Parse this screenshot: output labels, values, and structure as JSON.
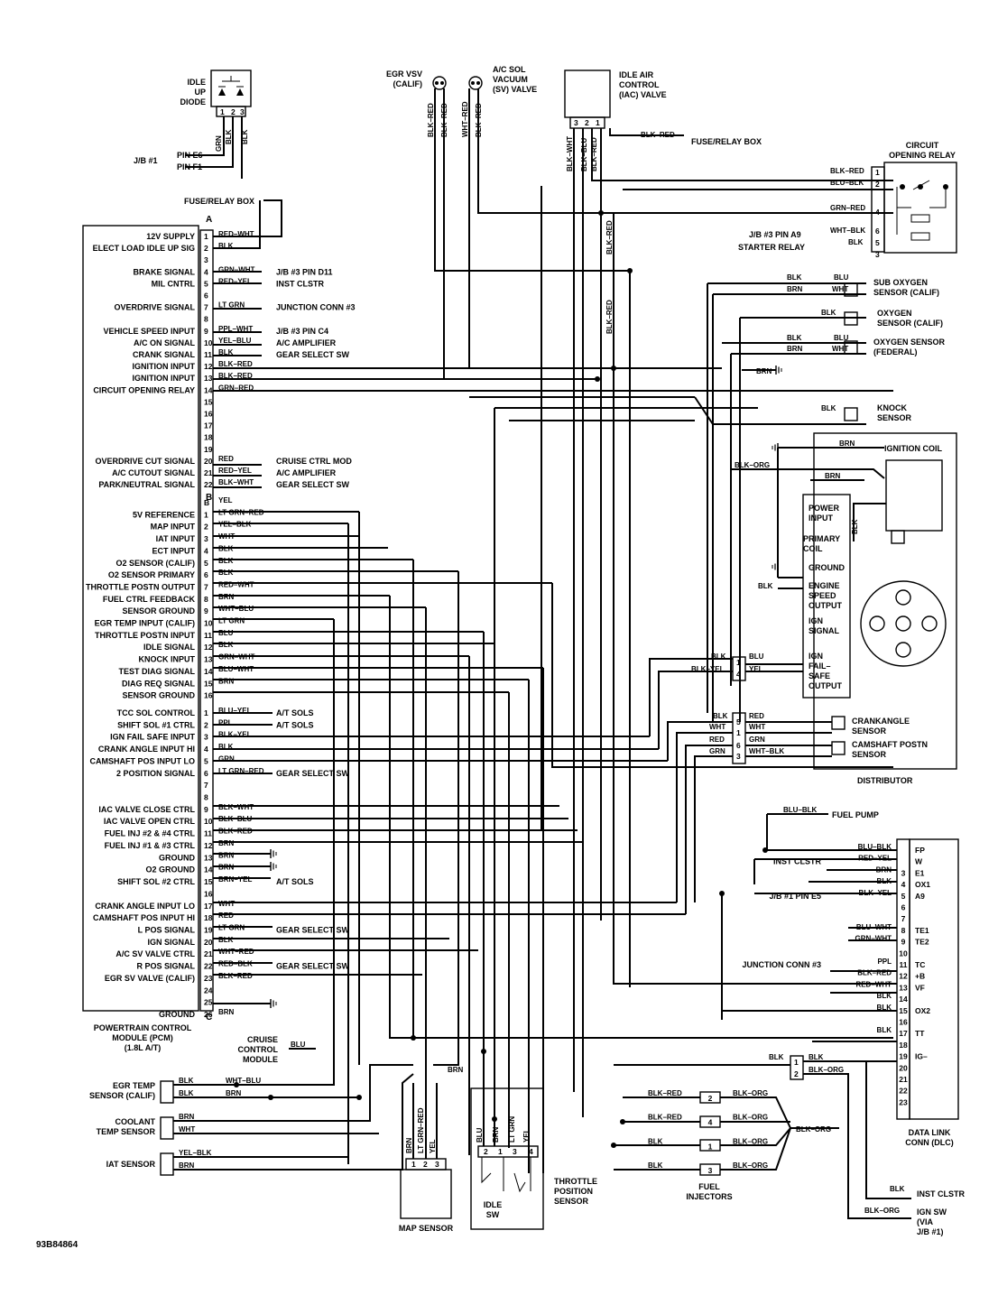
{
  "figure_id": "93B84864",
  "pcm": {
    "title": [
      "POWERTRAIN CONTROL",
      "MODULE (PCM)",
      "(1.8L A/T)"
    ],
    "sec_a": "A",
    "sec_b": "B",
    "sec_c": "C",
    "A": [
      {
        "pin": "1",
        "sig": "12V SUPPLY",
        "wire": "RED–WHT"
      },
      {
        "pin": "2",
        "sig": "ELECT LOAD IDLE UP SIG",
        "wire": "BLK"
      },
      {
        "pin": "3",
        "sig": "",
        "wire": ""
      },
      {
        "pin": "4",
        "sig": "BRAKE SIGNAL",
        "wire": "GRN–WHT",
        "dest": "J/B #3 PIN D11"
      },
      {
        "pin": "5",
        "sig": "MIL CNTRL",
        "wire": "RED–YEL",
        "dest": "INST CLSTR"
      },
      {
        "pin": "6",
        "sig": "",
        "wire": ""
      },
      {
        "pin": "7",
        "sig": "OVERDRIVE SIGNAL",
        "wire": "LT GRN",
        "dest": "JUNCTION CONN #3"
      },
      {
        "pin": "8",
        "sig": "",
        "wire": ""
      },
      {
        "pin": "9",
        "sig": "VEHICLE SPEED INPUT",
        "wire": "PPL–WHT",
        "dest": "J/B #3 PIN C4"
      },
      {
        "pin": "10",
        "sig": "A/C ON SIGNAL",
        "wire": "YEL–BLU",
        "dest": "A/C AMPLIFIER"
      },
      {
        "pin": "11",
        "sig": "CRANK SIGNAL",
        "wire": "BLK",
        "dest": "GEAR SELECT SW"
      },
      {
        "pin": "12",
        "sig": "IGNITION INPUT",
        "wire": "BLK–RED"
      },
      {
        "pin": "13",
        "sig": "IGNITION INPUT",
        "wire": "BLK–RED"
      },
      {
        "pin": "14",
        "sig": "CIRCUIT OPENING RELAY",
        "wire": "GRN–RED"
      },
      {
        "pin": "15",
        "sig": "",
        "wire": ""
      },
      {
        "pin": "16",
        "sig": "",
        "wire": ""
      },
      {
        "pin": "17",
        "sig": "",
        "wire": ""
      },
      {
        "pin": "18",
        "sig": "",
        "wire": ""
      },
      {
        "pin": "19",
        "sig": "",
        "wire": ""
      },
      {
        "pin": "20",
        "sig": "OVERDRIVE CUT SIGNAL",
        "wire": "RED",
        "dest": "CRUISE CTRL MOD"
      },
      {
        "pin": "21",
        "sig": "A/C CUTOUT SIGNAL",
        "wire": "RED–YEL",
        "dest": "A/C AMPLIFIER"
      },
      {
        "pin": "22",
        "sig": "PARK/NEUTRAL SIGNAL",
        "wire": "BLK–WHT",
        "dest": "GEAR SELECT SW"
      }
    ],
    "B_top": [
      {
        "pin": "B",
        "sig": "",
        "wire": "YEL"
      },
      {
        "pin": "1",
        "sig": "5V REFERENCE",
        "wire": "LT GRN–RED"
      },
      {
        "pin": "2",
        "sig": "MAP INPUT",
        "wire": "YEL–BLK"
      },
      {
        "pin": "3",
        "sig": "IAT INPUT",
        "wire": "WHT"
      },
      {
        "pin": "4",
        "sig": "ECT INPUT",
        "wire": "BLK"
      },
      {
        "pin": "5",
        "sig": "O2 SENSOR (CALIF)",
        "wire": "BLK"
      },
      {
        "pin": "6",
        "sig": "O2 SENSOR PRIMARY",
        "wire": "BLK"
      },
      {
        "pin": "7",
        "sig": "THROTTLE POSTN OUTPUT",
        "wire": "RED–WHT"
      },
      {
        "pin": "8",
        "sig": "FUEL CTRL FEEDBACK",
        "wire": "BRN"
      },
      {
        "pin": "9",
        "sig": "SENSOR GROUND",
        "wire": "WHT–BLU"
      },
      {
        "pin": "10",
        "sig": "EGR TEMP INPUT (CALIF)",
        "wire": "LT GRN"
      },
      {
        "pin": "11",
        "sig": "THROTTLE POSTN INPUT",
        "wire": "BLU"
      },
      {
        "pin": "12",
        "sig": "IDLE SIGNAL",
        "wire": "BLK"
      },
      {
        "pin": "13",
        "sig": "KNOCK INPUT",
        "wire": "GRN–WHT"
      },
      {
        "pin": "14",
        "sig": "TEST DIAG SIGNAL",
        "wire": "BLU–WHT"
      },
      {
        "pin": "15",
        "sig": "DIAG REQ SIGNAL",
        "wire": "BRN"
      },
      {
        "pin": "16",
        "sig": "SENSOR GROUND",
        "wire": ""
      }
    ],
    "B_mid": [
      {
        "pin": "1",
        "sig": "TCC SOL CONTROL",
        "wire": "BLU–YEL",
        "dest": "A/T SOLS"
      },
      {
        "pin": "2",
        "sig": "SHIFT SOL #1 CTRL",
        "wire": "PPL",
        "dest": "A/T SOLS"
      },
      {
        "pin": "3",
        "sig": "IGN FAIL SAFE INPUT",
        "wire": "BLK–YEL"
      },
      {
        "pin": "4",
        "sig": "CRANK ANGLE INPUT HI",
        "wire": "BLK"
      },
      {
        "pin": "5",
        "sig": "CAMSHAFT POS INPUT LO",
        "wire": "GRN"
      },
      {
        "pin": "6",
        "sig": "2 POSITION SIGNAL",
        "wire": "LT GRN–RED",
        "dest": "GEAR SELECT SW"
      },
      {
        "pin": "7",
        "sig": "",
        "wire": ""
      },
      {
        "pin": "8",
        "sig": "",
        "wire": ""
      },
      {
        "pin": "9",
        "sig": "IAC VALVE CLOSE CTRL",
        "wire": "BLK–WHT"
      },
      {
        "pin": "10",
        "sig": "IAC VALVE OPEN CTRL",
        "wire": "BLK–BLU"
      },
      {
        "pin": "11",
        "sig": "FUEL INJ #2 & #4 CTRL",
        "wire": "BLK–RED"
      },
      {
        "pin": "12",
        "sig": "FUEL INJ #1 & #3 CTRL",
        "wire": "BRN"
      },
      {
        "pin": "13",
        "sig": "GROUND",
        "wire": "BRN"
      },
      {
        "pin": "14",
        "sig": "O2 GROUND",
        "wire": "BRN"
      },
      {
        "pin": "15",
        "sig": "SHIFT SOL #2 CTRL",
        "wire": "BRN–YEL",
        "dest": "A/T SOLS"
      },
      {
        "pin": "16",
        "sig": "",
        "wire": ""
      },
      {
        "pin": "17",
        "sig": "CRANK ANGLE INPUT LO",
        "wire": "WHT"
      },
      {
        "pin": "18",
        "sig": "CAMSHAFT POS INPUT HI",
        "wire": "RED"
      },
      {
        "pin": "19",
        "sig": "L POS SIGNAL",
        "wire": "LT GRN",
        "dest": "GEAR SELECT SW"
      },
      {
        "pin": "20",
        "sig": "IGN SIGNAL",
        "wire": "BLK"
      },
      {
        "pin": "21",
        "sig": "A/C SV VALVE CTRL",
        "wire": "WHT–RED"
      },
      {
        "pin": "22",
        "sig": "R POS SIGNAL",
        "wire": "RED–BLK",
        "dest": "GEAR SELECT SW"
      },
      {
        "pin": "23",
        "sig": "EGR SV VALVE (CALIF)",
        "wire": "BLK–RED"
      },
      {
        "pin": "24",
        "sig": "",
        "wire": ""
      },
      {
        "pin": "25",
        "sig": "",
        "wire": ""
      },
      {
        "pin": "26",
        "sig": "GROUND",
        "wire": "BRN"
      }
    ]
  },
  "idle_up_diode": {
    "label": [
      "IDLE",
      "UP",
      "DIODE"
    ],
    "pins": [
      "1",
      "2",
      "3"
    ],
    "wires": [
      "GRN",
      "BLK",
      "BLK"
    ],
    "jb": "J/B #1",
    "jb_pins": [
      "PIN E6",
      "PIN F1"
    ],
    "fuse": "FUSE/RELAY BOX"
  },
  "egr_vsv": {
    "label": [
      "EGR VSV",
      "(CALIF)"
    ],
    "wires": [
      "BLK–RED",
      "BLK–RED"
    ]
  },
  "ac_sol": {
    "label": [
      "A/C SOL",
      "VACUUM",
      "(SV) VALVE"
    ],
    "wires": [
      "WHT–RED",
      "BLK–RED"
    ]
  },
  "iac": {
    "label": [
      "IDLE AIR",
      "CONTROL",
      "(IAC) VALVE"
    ],
    "pins": [
      "3",
      "2",
      "1"
    ],
    "wires": [
      "BLK–WHT",
      "BLK–BLU",
      "BLK–RED"
    ],
    "top_wire": "BLK–RED",
    "top_dest": "FUSE/RELAY BOX",
    "vert_wires": [
      "BLK–RED",
      "BLK–RED"
    ]
  },
  "circuit_relay": {
    "label": [
      "CIRCUIT",
      "OPENING RELAY"
    ],
    "pins": [
      "1",
      "2",
      "4",
      "6",
      "5",
      "3"
    ],
    "wires": [
      "BLK–RED",
      "BLU–BLK",
      "GRN–RED",
      "WHT–BLK",
      "BLK"
    ],
    "dests": [
      "J/B #3 PIN A9",
      "STARTER RELAY"
    ]
  },
  "sub_o2": {
    "label": [
      "SUB OXYGEN",
      "SENSOR (CALIF)"
    ],
    "wires": [
      "BLK",
      "BRN",
      "BLU",
      "WHT"
    ]
  },
  "o2_calif": {
    "label": [
      "OXYGEN",
      "SENSOR (CALIF)"
    ],
    "wire": "BLK"
  },
  "o2_fed": {
    "label": [
      "OXYGEN SENSOR",
      "(FEDERAL)"
    ],
    "wires": [
      "BLK",
      "BRN",
      "BLU",
      "WHT"
    ],
    "gnd": "BRN"
  },
  "knock": {
    "label": [
      "KNOCK",
      "SENSOR"
    ],
    "wire": "BLK"
  },
  "ign_coil": {
    "label": "IGNITION COIL",
    "wires": [
      "BRN",
      "BLK–ORG",
      "BRN",
      "BLK"
    ]
  },
  "igniter": {
    "items": [
      [
        "POWER",
        "INPUT"
      ],
      [
        "PRIMARY",
        "COIL"
      ],
      [
        "GROUND"
      ],
      [
        "ENGINE",
        "SPEED",
        "OUTPUT"
      ],
      [
        "IGN",
        "SIGNAL"
      ],
      [
        "IGN",
        "FAIL–",
        "SAFE",
        "OUTPUT"
      ]
    ],
    "wire": "BLK"
  },
  "dist_conn": {
    "left": [
      "BLK",
      "BLK–YEL"
    ],
    "pins": [
      "1",
      "4"
    ],
    "right": [
      "BLU",
      "YEL"
    ]
  },
  "dist_conn2": {
    "left": [
      "BLK",
      "WHT",
      "RED",
      "GRN"
    ],
    "pins": [
      "5",
      "1",
      "6",
      "3"
    ],
    "right": [
      "RED",
      "WHT",
      "GRN",
      "WHT–BLK"
    ]
  },
  "crank_sensor": {
    "label": [
      "CRANKANGLE",
      "SENSOR"
    ]
  },
  "cam_sensor": {
    "label": [
      "CAMSHAFT POSTN",
      "SENSOR"
    ]
  },
  "distributor": {
    "label": "DISTRIBUTOR"
  },
  "fuel_pump": {
    "wire": "BLU–BLK",
    "label": "FUEL PUMP"
  },
  "dlc": {
    "label": [
      "DATA LINK",
      "CONN (DLC)"
    ],
    "rows": [
      {
        "pin": "",
        "term": "FP",
        "wire": "BLU–BLK"
      },
      {
        "pin": "",
        "term": "W",
        "wire": "RED–YEL",
        "dest": "INST CLSTR"
      },
      {
        "pin": "3",
        "term": "E1",
        "wire": "BRN"
      },
      {
        "pin": "4",
        "term": "OX1",
        "wire": "BLK"
      },
      {
        "pin": "5",
        "term": "A9",
        "wire": "BLK–YEL",
        "dest": "J/B #1 PIN E5"
      },
      {
        "pin": "6",
        "term": "",
        "wire": ""
      },
      {
        "pin": "7",
        "term": "",
        "wire": ""
      },
      {
        "pin": "8",
        "term": "TE1",
        "wire": "BLU–WHT"
      },
      {
        "pin": "9",
        "term": "TE2",
        "wire": "GRN–WHT"
      },
      {
        "pin": "10",
        "term": "",
        "wire": ""
      },
      {
        "pin": "11",
        "term": "TC",
        "wire": "PPL",
        "dest": "JUNCTION CONN #3"
      },
      {
        "pin": "12",
        "term": "+B",
        "wire": "BLK–RED"
      },
      {
        "pin": "13",
        "term": "VF",
        "wire": "RED–WHT"
      },
      {
        "pin": "14",
        "term": "",
        "wire": "BLK"
      },
      {
        "pin": "15",
        "term": "OX2",
        "wire": "BLK"
      },
      {
        "pin": "16",
        "term": "",
        "wire": ""
      },
      {
        "pin": "17",
        "term": "TT",
        "wire": "BLK"
      },
      {
        "pin": "18",
        "term": "",
        "wire": ""
      },
      {
        "pin": "19",
        "term": "IG–",
        "wire": ""
      },
      {
        "pin": "20",
        "term": "",
        "wire": ""
      },
      {
        "pin": "21",
        "term": "",
        "wire": ""
      },
      {
        "pin": "22",
        "term": "",
        "wire": ""
      },
      {
        "pin": "23",
        "term": "",
        "wire": ""
      }
    ]
  },
  "ig_conn": {
    "pins": [
      "1",
      "2"
    ],
    "left": "BLK",
    "right": [
      "BLK",
      "BLK–ORG"
    ]
  },
  "injectors": {
    "label": [
      "FUEL",
      "INJECTORS"
    ],
    "rows": [
      {
        "left": "BLK–RED",
        "pin": "2",
        "right": "BLK–ORG"
      },
      {
        "left": "BLK–RED",
        "pin": "4",
        "right": "BLK–ORG"
      },
      {
        "left": "BLK",
        "pin": "1",
        "right": "BLK–ORG"
      },
      {
        "left": "BLK",
        "pin": "3",
        "right": "BLK–ORG"
      }
    ],
    "common": "BLK–ORG"
  },
  "inst_clstr_bottom": {
    "wire": "BLK",
    "label": "INST CLSTR"
  },
  "ign_sw": {
    "wire": "BLK–ORG",
    "label": [
      "IGN SW",
      "(VIA",
      "J/B #1)"
    ]
  },
  "cruise": {
    "label": [
      "CRUISE",
      "CONTROL",
      "MODULE"
    ],
    "wire": "BLU"
  },
  "egr_temp": {
    "label": [
      "EGR TEMP",
      "SENSOR (CALIF)"
    ],
    "wires": [
      "BLK",
      "BLK"
    ],
    "far": [
      "WHT–BLU",
      "BRN"
    ]
  },
  "coolant": {
    "label": [
      "COOLANT",
      "TEMP SENSOR"
    ],
    "wires": [
      "BRN",
      "WHT"
    ]
  },
  "iat": {
    "label": "IAT SENSOR",
    "wires": [
      "YEL–BLK",
      "BRN"
    ]
  },
  "map": {
    "label": "MAP SENSOR",
    "pins": [
      "1",
      "2",
      "3"
    ],
    "wires": [
      "BRN",
      "LT GRN–RED",
      "YEL"
    ],
    "top": "BRN"
  },
  "tps": {
    "label": [
      "THROTTLE",
      "POSITION",
      "SENSOR"
    ],
    "pins": [
      "2",
      "1",
      "3",
      "4"
    ],
    "wires": [
      "BLU",
      "BRN",
      "LT GRN",
      "YEL"
    ],
    "idle": [
      "IDLE",
      "SW"
    ]
  }
}
